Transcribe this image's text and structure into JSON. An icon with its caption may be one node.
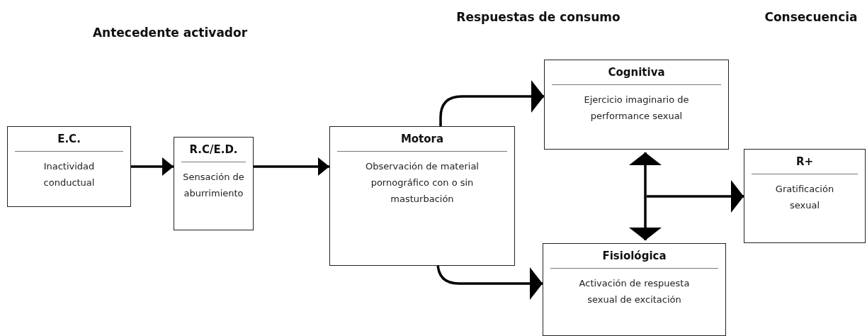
{
  "diagram": {
    "nodes": [
      {
        "text": [
          "E.C.",
          "Inactividad conductual"
        ]
      },
      {
        "text": [
          "R.C/E.D.",
          "Sensación de aburrimiento"
        ]
      },
      {
        "text": [
          "Motora",
          "Observación de material pornográfico con o sin masturbación"
        ]
      },
      {
        "text": [
          "Cognitiva",
          "Ejercicio imaginario de performance sexual"
        ]
      },
      {
        "text": [
          "Fisiológica",
          "Activación de respuesta sexual de excitación"
        ]
      },
      {
        "text": [
          "R+",
          "Gratificación sexual"
        ]
      }
    ],
    "edges": [
      {
        "from": 0,
        "to": 1,
        "arrow": "to"
      },
      {
        "from": 1,
        "to": 2,
        "arrow": "to"
      },
      {
        "from": 2,
        "to": 3,
        "arrow": "to"
      },
      {
        "from": 2,
        "to": 4,
        "arrow": "to"
      },
      {
        "from": 3,
        "to": 4,
        "arrow": "both"
      },
      {
        "from": null,
        "to": 5,
        "arrow": "to"
      }
    ],
    "labels": [
      "Antecedente activador",
      "Respuestas de consumo",
      "Consecuencia"
    ]
  }
}
